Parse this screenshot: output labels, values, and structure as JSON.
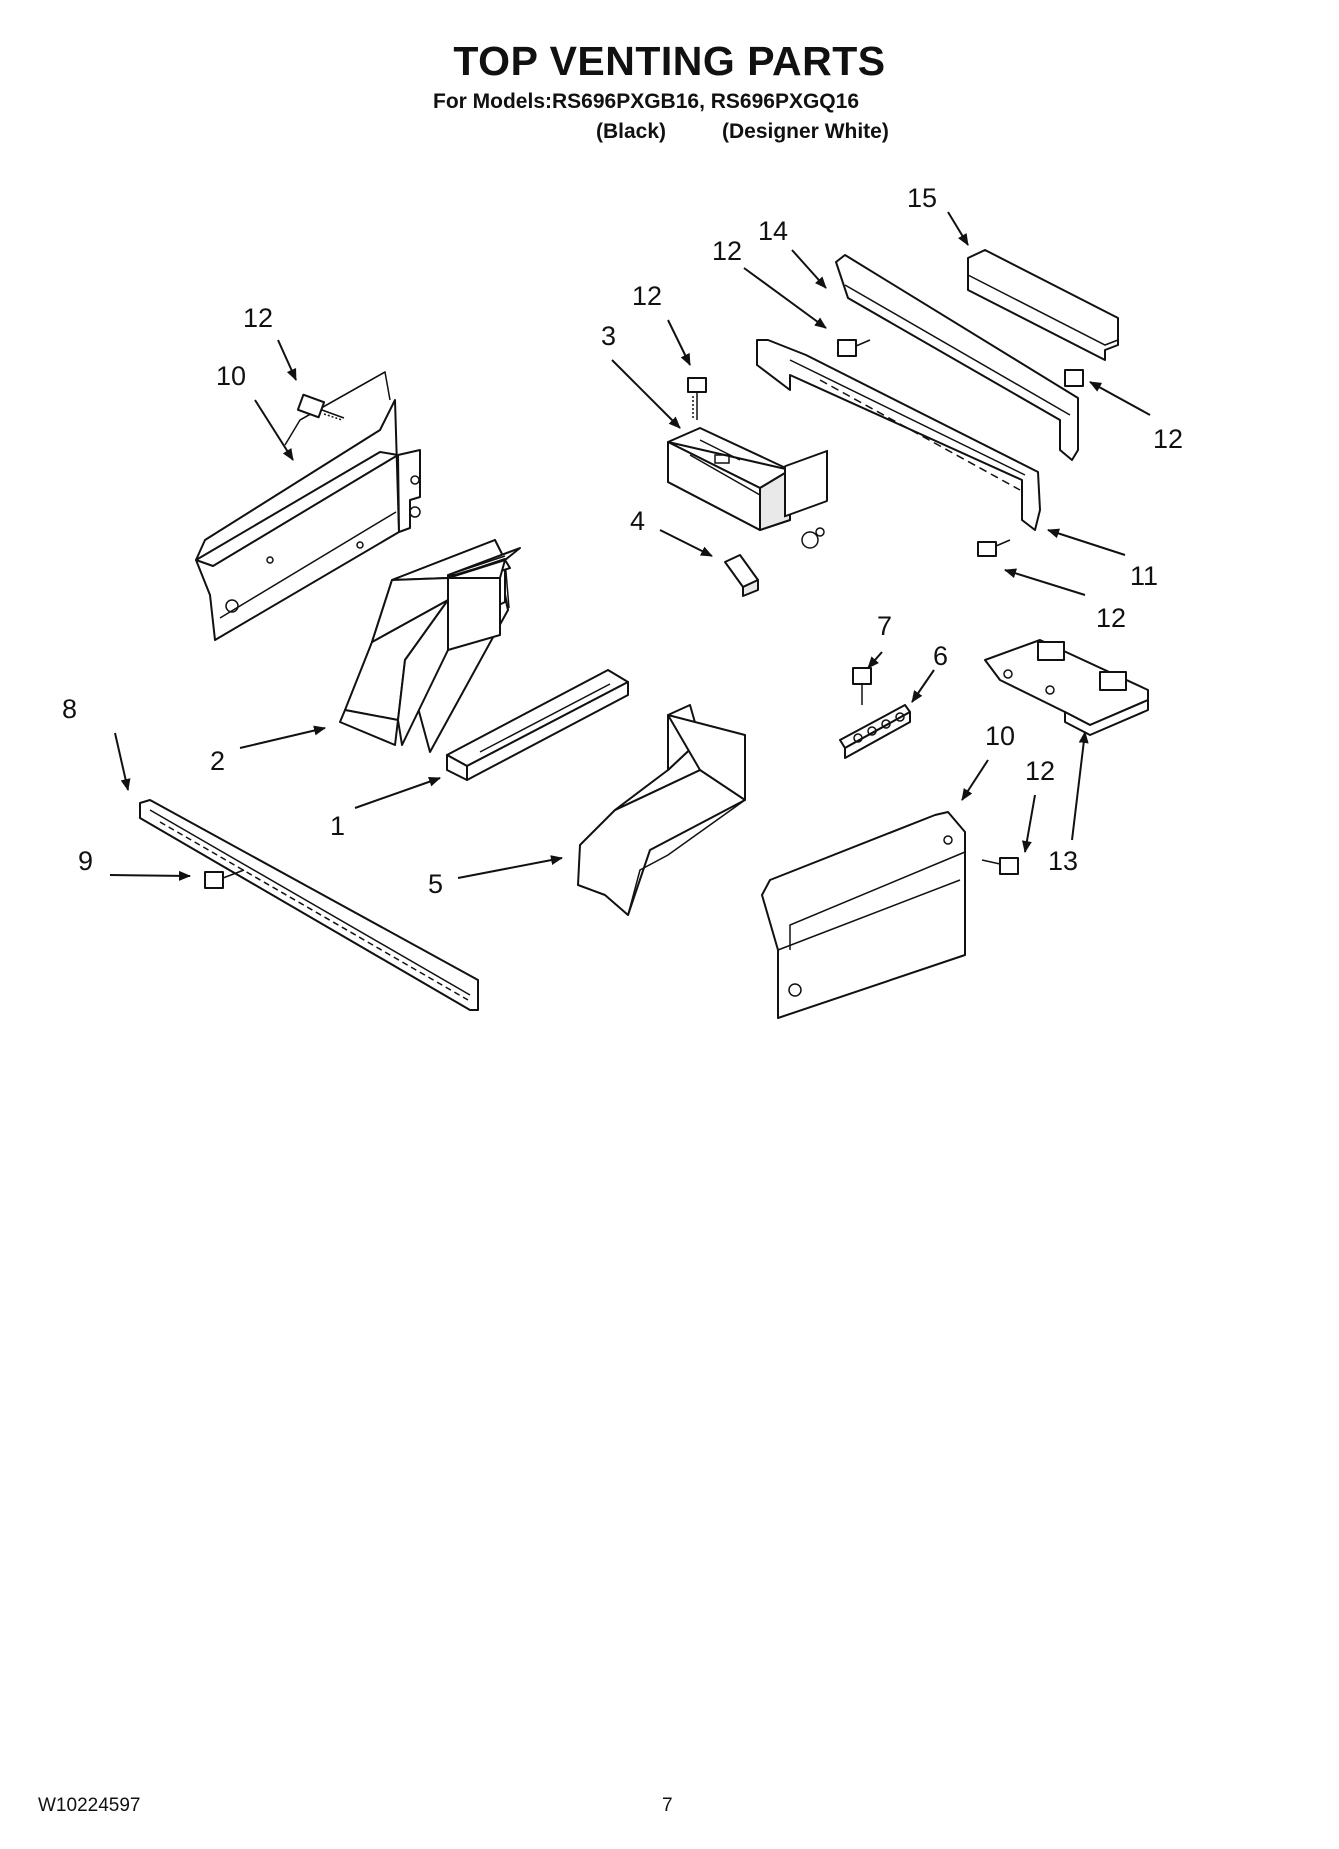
{
  "header": {
    "title": "TOP VENTING PARTS",
    "models_line": "For Models:RS696PXGB16, RS696PXGQ16",
    "variant_black": "(Black)",
    "variant_white": "(Designer White)"
  },
  "callouts": [
    "1",
    "2",
    "3",
    "4",
    "5",
    "6",
    "7",
    "8",
    "9",
    "10",
    "11",
    "12",
    "13",
    "14",
    "15"
  ],
  "footer": {
    "doc_number": "W10224597",
    "page_number": "7"
  }
}
